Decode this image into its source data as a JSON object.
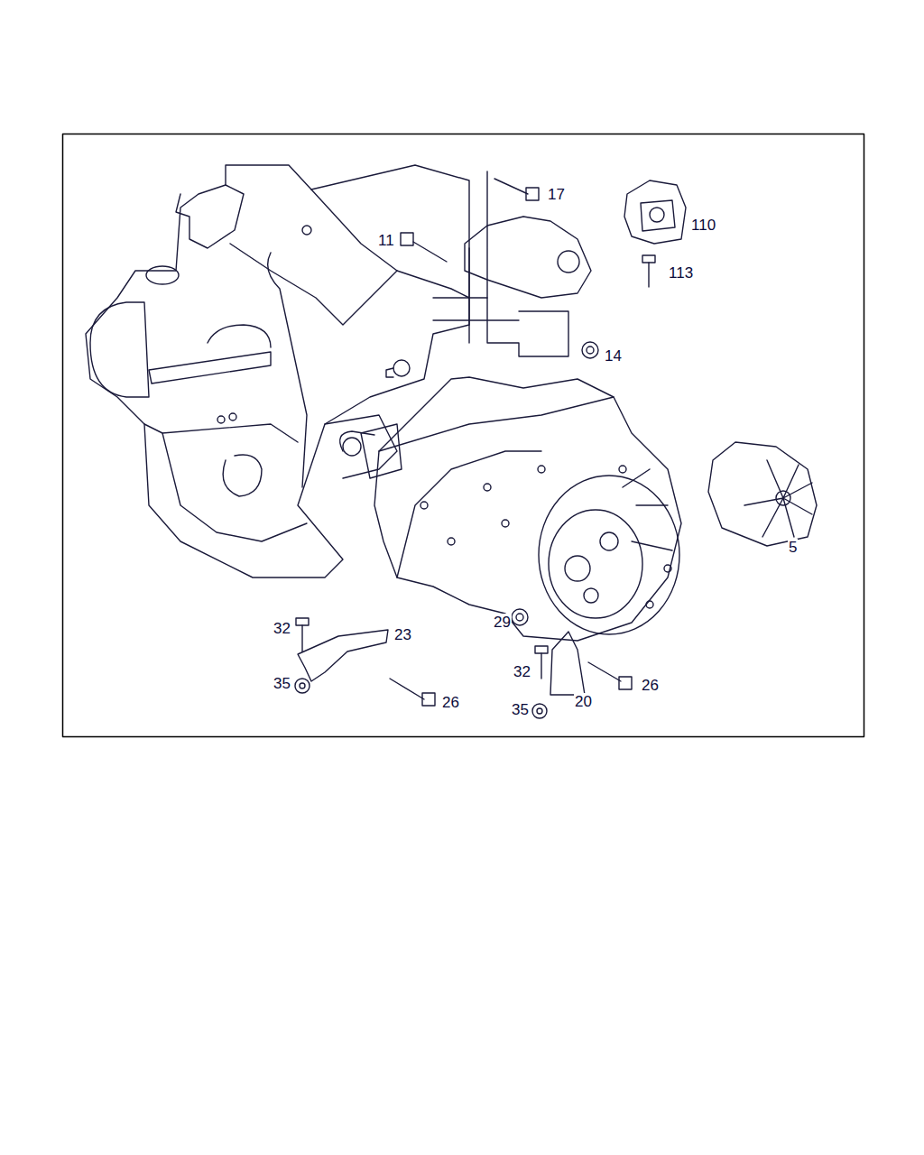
{
  "diagram": {
    "labels": [
      "17",
      "110",
      "11",
      "113",
      "14",
      "5",
      "29",
      "32",
      "23",
      "32",
      "35",
      "26",
      "20",
      "26",
      "35"
    ]
  }
}
